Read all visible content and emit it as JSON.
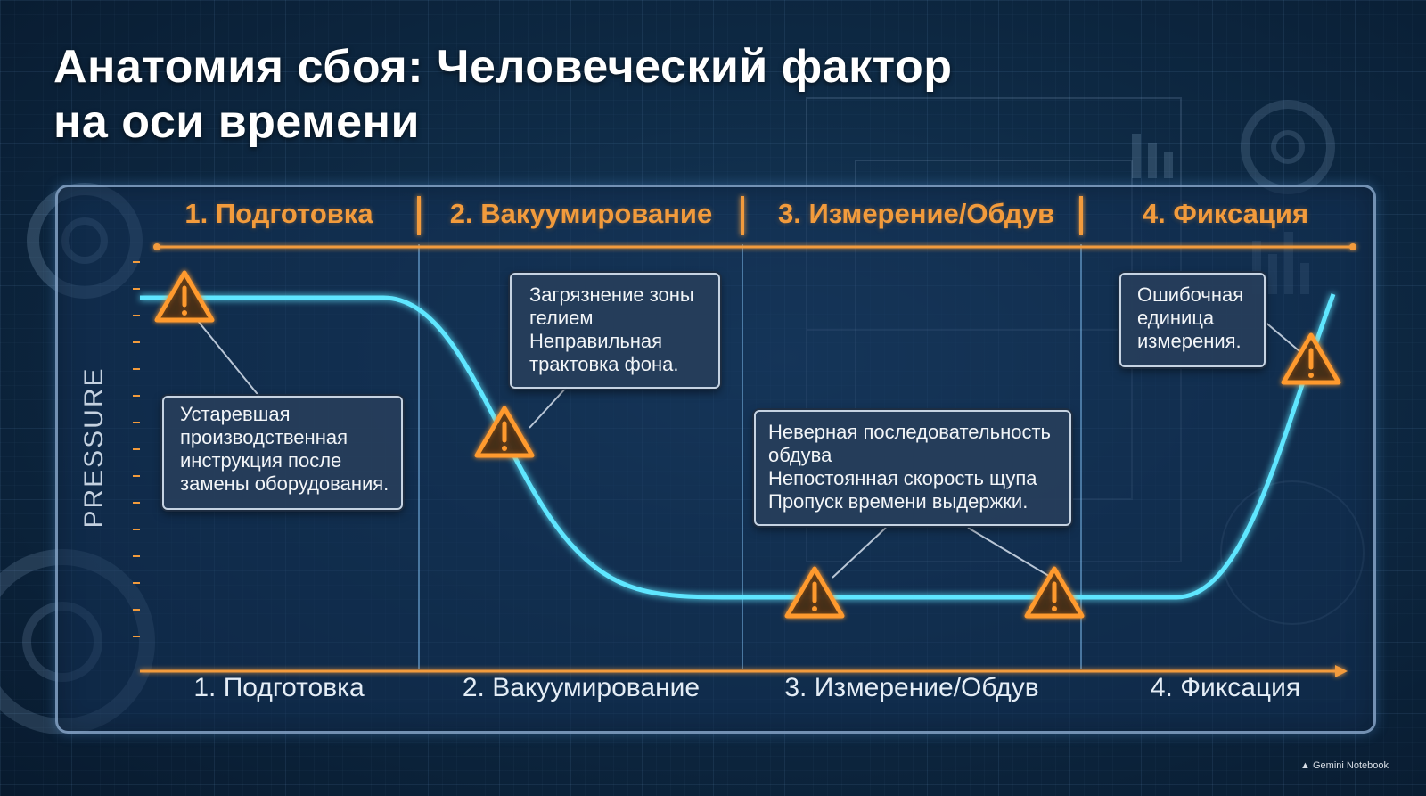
{
  "title": {
    "line1": "Анатомия сбоя: Человеческий фактор",
    "line2": "на оси времени"
  },
  "phases_top": [
    "1. Подготовка",
    "2. Вакуумирование",
    "3. Измерение/Обдув",
    "4. Фиксация"
  ],
  "phases_bottom": [
    "1. Подготовка",
    "2. Вакуумирование",
    "3. Измерение/Обдув",
    "4. Фиксация"
  ],
  "y_axis_label": "PRESSURE",
  "callouts": {
    "prep": [
      "Устаревшая",
      "производственная",
      "инструкция после",
      "замены оборудования."
    ],
    "vacuum": [
      "Загрязнение зоны",
      "гелием",
      "Неправильная",
      "трактовка фона."
    ],
    "measure": [
      "Неверная последовательность",
      "обдува",
      "Непостоянная скорость щупа",
      "Пропуск времени выдержки."
    ],
    "fix": [
      "Ошибочная",
      "единица",
      "измерения."
    ]
  },
  "watermark": "Gemini Notebook",
  "colors": {
    "curve": "#5fe6ff",
    "accent": "#f29b3c",
    "warning": "#ff9a2e"
  },
  "icons": [
    "warning-icon",
    "gear-icon"
  ]
}
